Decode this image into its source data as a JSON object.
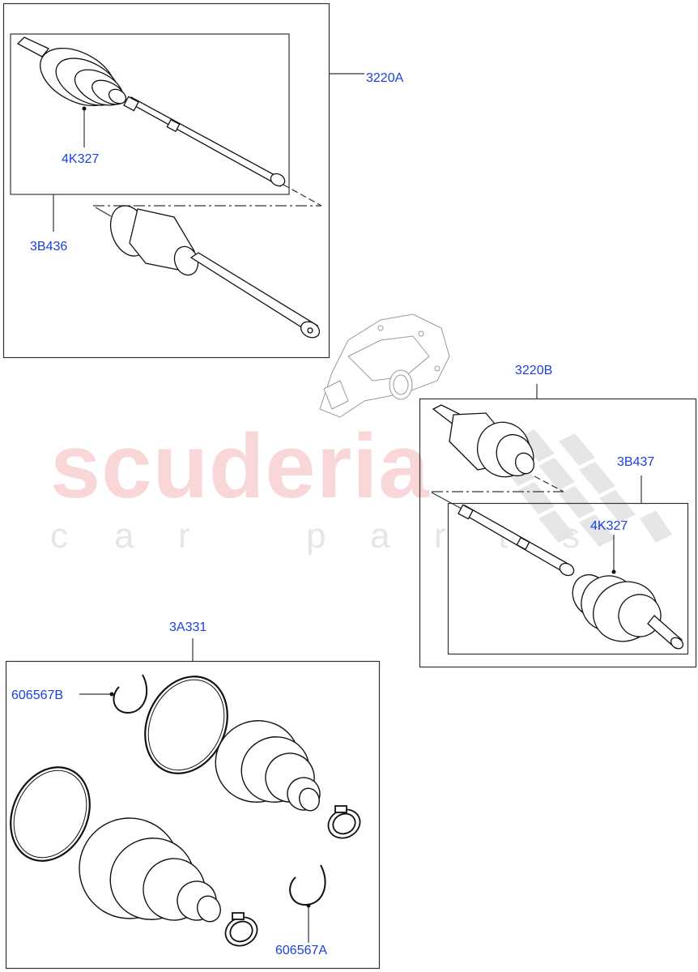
{
  "watermark": {
    "brand": "scuderia",
    "tagline": [
      "c",
      "a",
      "r",
      "",
      "p",
      "a",
      "r",
      "t",
      "s"
    ],
    "brand_color": "#f9d6d8",
    "tagline_color": "#e6e6e8"
  },
  "colors": {
    "label": "#1a3fe0",
    "line": "#333333",
    "drawing": "#111111",
    "ghost_part": "#9a9a9a"
  },
  "assemblies": [
    {
      "id": "3220A",
      "label": "3220A",
      "description": "Front drive shaft assembly (left)",
      "sub_parts": [
        {
          "label": "4K327",
          "description": "Outer CV joint with boot"
        },
        {
          "label": "3B436",
          "description": "Drive shaft sub-assembly"
        }
      ]
    },
    {
      "id": "3220B",
      "label": "3220B",
      "description": "Front drive shaft assembly (right)",
      "sub_parts": [
        {
          "label": "3B437",
          "description": "Drive shaft sub-assembly"
        },
        {
          "label": "4K327",
          "description": "Outer CV joint with boot"
        }
      ]
    },
    {
      "id": "3A331",
      "label": "3A331",
      "description": "Boot kit",
      "sub_parts": [
        {
          "label": "606567B",
          "description": "Circlip"
        },
        {
          "label": "606567A",
          "description": "Circlip"
        }
      ]
    }
  ],
  "labels": {
    "a_3220A": "3220A",
    "a_4K327": "4K327",
    "a_3B436": "3B436",
    "b_3220B": "3220B",
    "b_3B437": "3B437",
    "b_4K327": "4K327",
    "c_3A331": "3A331",
    "c_606567B": "606567B",
    "c_606567A": "606567A"
  },
  "center_part": {
    "description": "Front differential housing (reference, ghosted)"
  }
}
